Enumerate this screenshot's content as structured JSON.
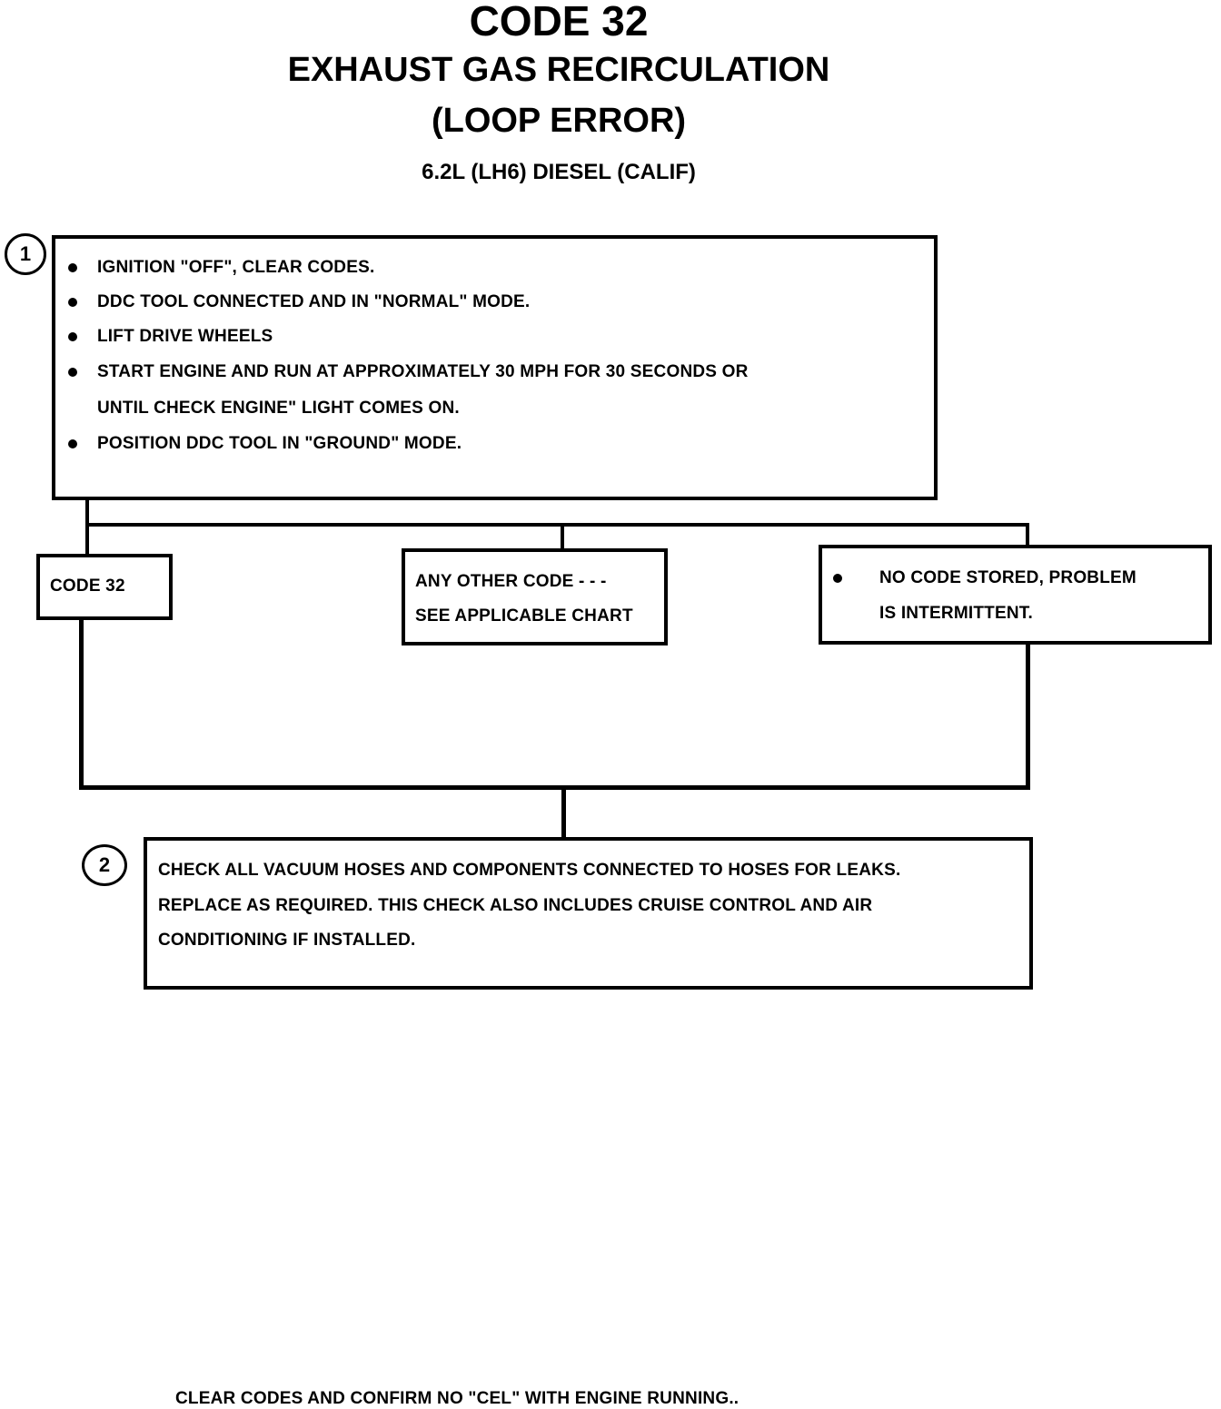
{
  "title": {
    "code": "CODE 32",
    "line1": "EXHAUST GAS RECIRCULATION",
    "line2": "(LOOP ERROR)",
    "engine": "6.2L (LH6) DIESEL (CALIF)"
  },
  "step1": {
    "number": "1",
    "items": [
      "IGNITION \"OFF\", CLEAR CODES.",
      "DDC TOOL CONNECTED AND IN \"NORMAL\" MODE.",
      "LIFT DRIVE  WHEELS",
      "START  ENGINE AND RUN AT APPROXIMATELY 30 MPH FOR 30 SECONDS   OR",
      "POSITION DDC TOOL IN  \"GROUND\"  MODE."
    ],
    "item3_cont": "UNTIL CHECK ENGINE\" LIGHT COMES ON."
  },
  "branches": {
    "code32": "CODE 32",
    "other_line1": "ANY OTHER CODE - - -",
    "other_line2": "SEE APPLICABLE CHART",
    "nocode_line1": "NO CODE STORED,  PROBLEM",
    "nocode_line2": "IS INTERMITTENT."
  },
  "step2": {
    "number": "2",
    "line1": "CHECK ALL VACUUM HOSES AND COMPONENTS CONNECTED TO HOSES FOR LEAKS.",
    "line2": "REPLACE  AS REQUIRED.  THIS CHECK ALSO INCLUDES CRUISE CONTROL AND  AIR",
    "line3": "CONDITIONING IF INSTALLED."
  },
  "footer": "CLEAR CODES AND CONFIRM  NO \"CEL\" WITH ENGINE RUNNING.."
}
